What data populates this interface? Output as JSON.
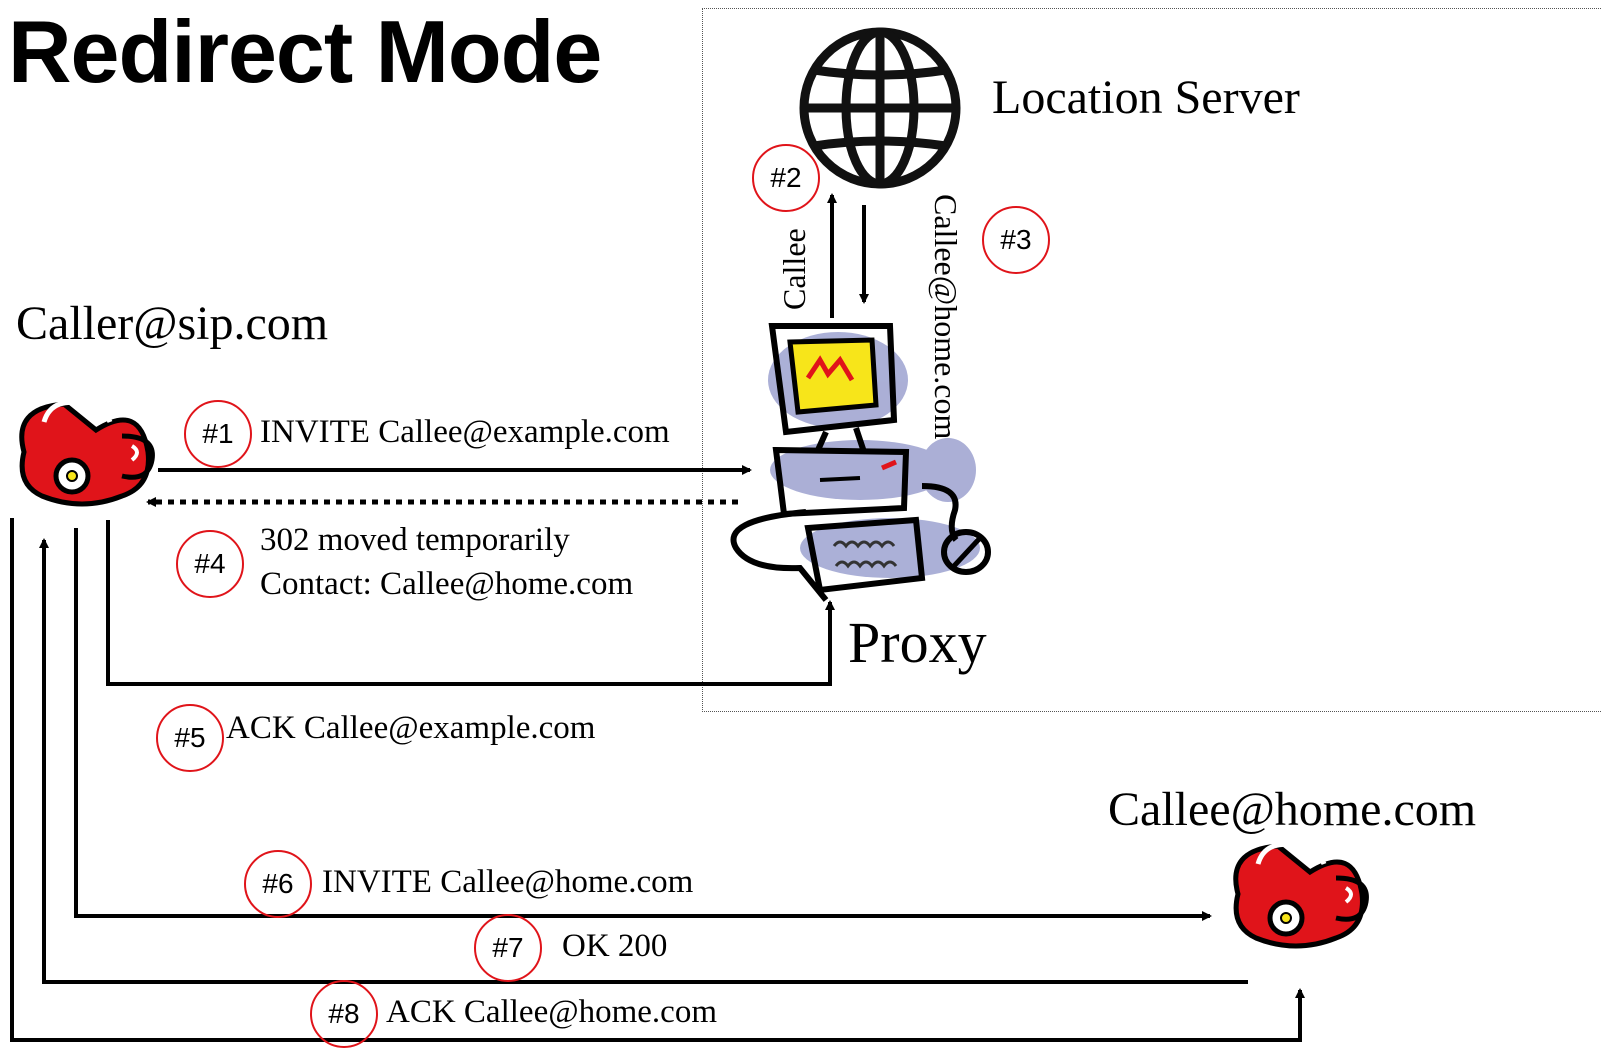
{
  "title": "Redirect Mode",
  "nodes": {
    "location_server": "Location Server",
    "caller": "Caller@sip.com",
    "proxy": "Proxy",
    "callee_host": "Callee@home.com"
  },
  "steps": [
    {
      "badge": "#1",
      "label": "INVITE Callee@example.com"
    },
    {
      "badge": "#2",
      "label": "Callee"
    },
    {
      "badge": "#3",
      "label": "Callee@home.com"
    },
    {
      "badge": "#4",
      "label": "302 moved temporarily",
      "label2": "Contact: Callee@home.com"
    },
    {
      "badge": "#5",
      "label": "ACK Callee@example.com"
    },
    {
      "badge": "#6",
      "label": "INVITE Callee@home.com"
    },
    {
      "badge": "#7",
      "label": "OK 200"
    },
    {
      "badge": "#8",
      "label": "ACK Callee@home.com"
    }
  ],
  "icons": {
    "globe": "globe-icon",
    "computer": "computer-icon",
    "caller_phone": "telephone-icon",
    "callee_phone": "telephone-icon"
  },
  "colors": {
    "badge_border": "#e0141a",
    "phone_red": "#e0141a",
    "screen_yellow": "#f7e51a",
    "scribble_blue": "#8f95c9"
  }
}
